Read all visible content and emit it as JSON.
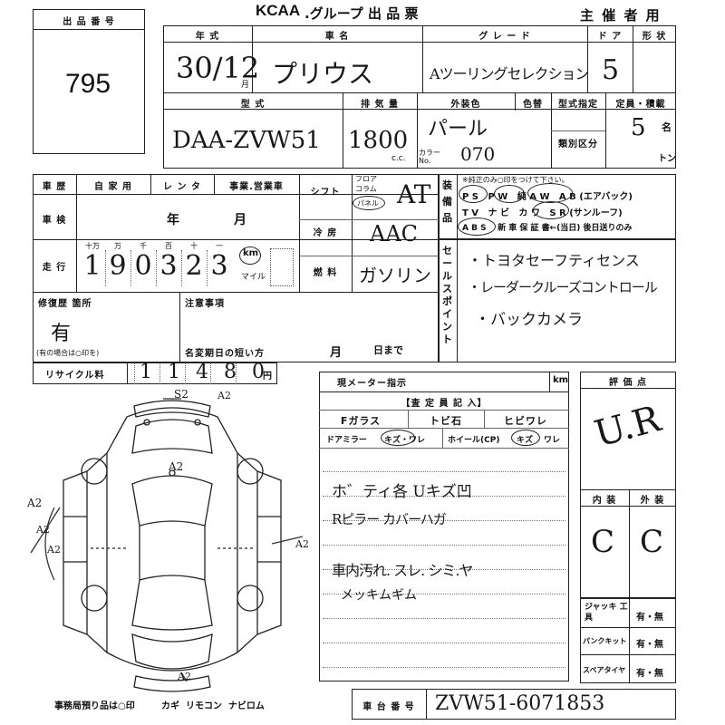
{
  "header": {
    "lot_label": "出 品 番 号",
    "lot_number": "795",
    "kcaa": "KCAA",
    "group_title": ".グループ 出 品 票",
    "organizer": "主 催 者 用"
  },
  "vehicle": {
    "year_label": "年 式",
    "name_label": "車 名",
    "grade_label": "グ レ ー ド",
    "door_label": "ド ア",
    "shape_label": "形 状",
    "year_value": "30/12",
    "month_suffix": "月",
    "name_value": "プリウス",
    "grade_value": "Aツーリングセレクション",
    "door_value": "5",
    "model_label": "型 式",
    "displacement_label": "排 気 量",
    "exterior_color_label": "外装色",
    "color_number_label": "色替",
    "model_value": "DAA-ZVW51",
    "displacement_value": "1800",
    "cc_unit": "c.c.",
    "exterior_color_value": "パール",
    "color_code_label": "カラー No.",
    "color_code_value": "070",
    "type_designation_label": "型式指定",
    "classification_label": "類別区分",
    "capacity_label": "定員・積載",
    "capacity_value": "5",
    "person_unit": "名",
    "ton_unit": "トン"
  },
  "usage": {
    "history_label": "車 歴",
    "private": "自 家 用",
    "rental": "レ ン タ",
    "business": "事業.営業車",
    "inspection_label": "車 検",
    "year": "年",
    "month": "月",
    "mileage_label": "走 行",
    "units": [
      "十万",
      "万",
      "千",
      "百",
      "十",
      "一"
    ],
    "mileage_digits": [
      "1",
      "9",
      "0",
      "3",
      "2",
      "3"
    ],
    "km": "km",
    "mile": "マイル",
    "repair_label": "修復歴 箇所",
    "repair_value": "有",
    "repair_note": "(有の場合は○印を)",
    "notes_label": "注意事項",
    "short_change_label": "名変期日の短い方",
    "due_month": "月",
    "due_day": "日まで",
    "recycle_label": "リサイクル料",
    "recycle_value": "11480",
    "yen": "円"
  },
  "drive": {
    "shift_label": "シフト",
    "floor": "フロア",
    "column": "コラム",
    "panel": "パネル",
    "shift_value": "AT",
    "ac_label": "冷 房",
    "ac_value": "AAC",
    "fuel_label": "燃 料",
    "fuel_value": "ガソリン"
  },
  "equipment": {
    "section_label": "装備品",
    "note": "※純正のみ○印をつけて下さい。",
    "row1": "P S   P W   純 A W   A B (エアバック)",
    "row2": "T V   ナ ビ   カ ワ   S R (サンルーフ)",
    "row3": "A B S    新 車 保 証 書←(当日) 後日送りのみ"
  },
  "sales_points": {
    "label": "セールスポイント",
    "items": [
      "・トヨタセーフティセンス",
      "・レーダークルーズコントロール",
      "・バックカメラ"
    ]
  },
  "inspector": {
    "meter_label": "現メーター指示",
    "km": "km",
    "section_title": "【査 定 員 記 入】",
    "windshield": "Fガラス",
    "chip": "トビ石",
    "crack": "ヒビワレ",
    "door_mirror": "ドアミラー",
    "scratch_crack": "キズ・ワレ",
    "wheel": "ホイール(CP)",
    "scratch": "キズ",
    "crack_short": "ワレ",
    "note_lines": [
      "ホ゛ティ各 Uキズ凹",
      "Rピラー カバーハガ",
      "車内汚れ. スレ. シミ.ヤ",
      "メッキムギム"
    ]
  },
  "grade": {
    "score_label": "評 価 点",
    "score_value": "U.R",
    "interior_label": "内 装",
    "exterior_label": "外 装",
    "interior_value": "C",
    "exterior_value": "C"
  },
  "tools": {
    "jack_label": "ジャッキ 工 具",
    "puncture_label": "パンクキット",
    "spare_label": "スペアタイヤ",
    "yes_no": "有・無"
  },
  "footer": {
    "office_note": "事務局預り品は○印",
    "items": "カギ  リモコン  ナビロム",
    "chassis_label": "車 台 番 号",
    "chassis_value": "ZVW51-6071853"
  },
  "diagram": {
    "marks": [
      "S2",
      "A2",
      "A2",
      "A2",
      "A2",
      "A2",
      "A2",
      "A2"
    ]
  }
}
